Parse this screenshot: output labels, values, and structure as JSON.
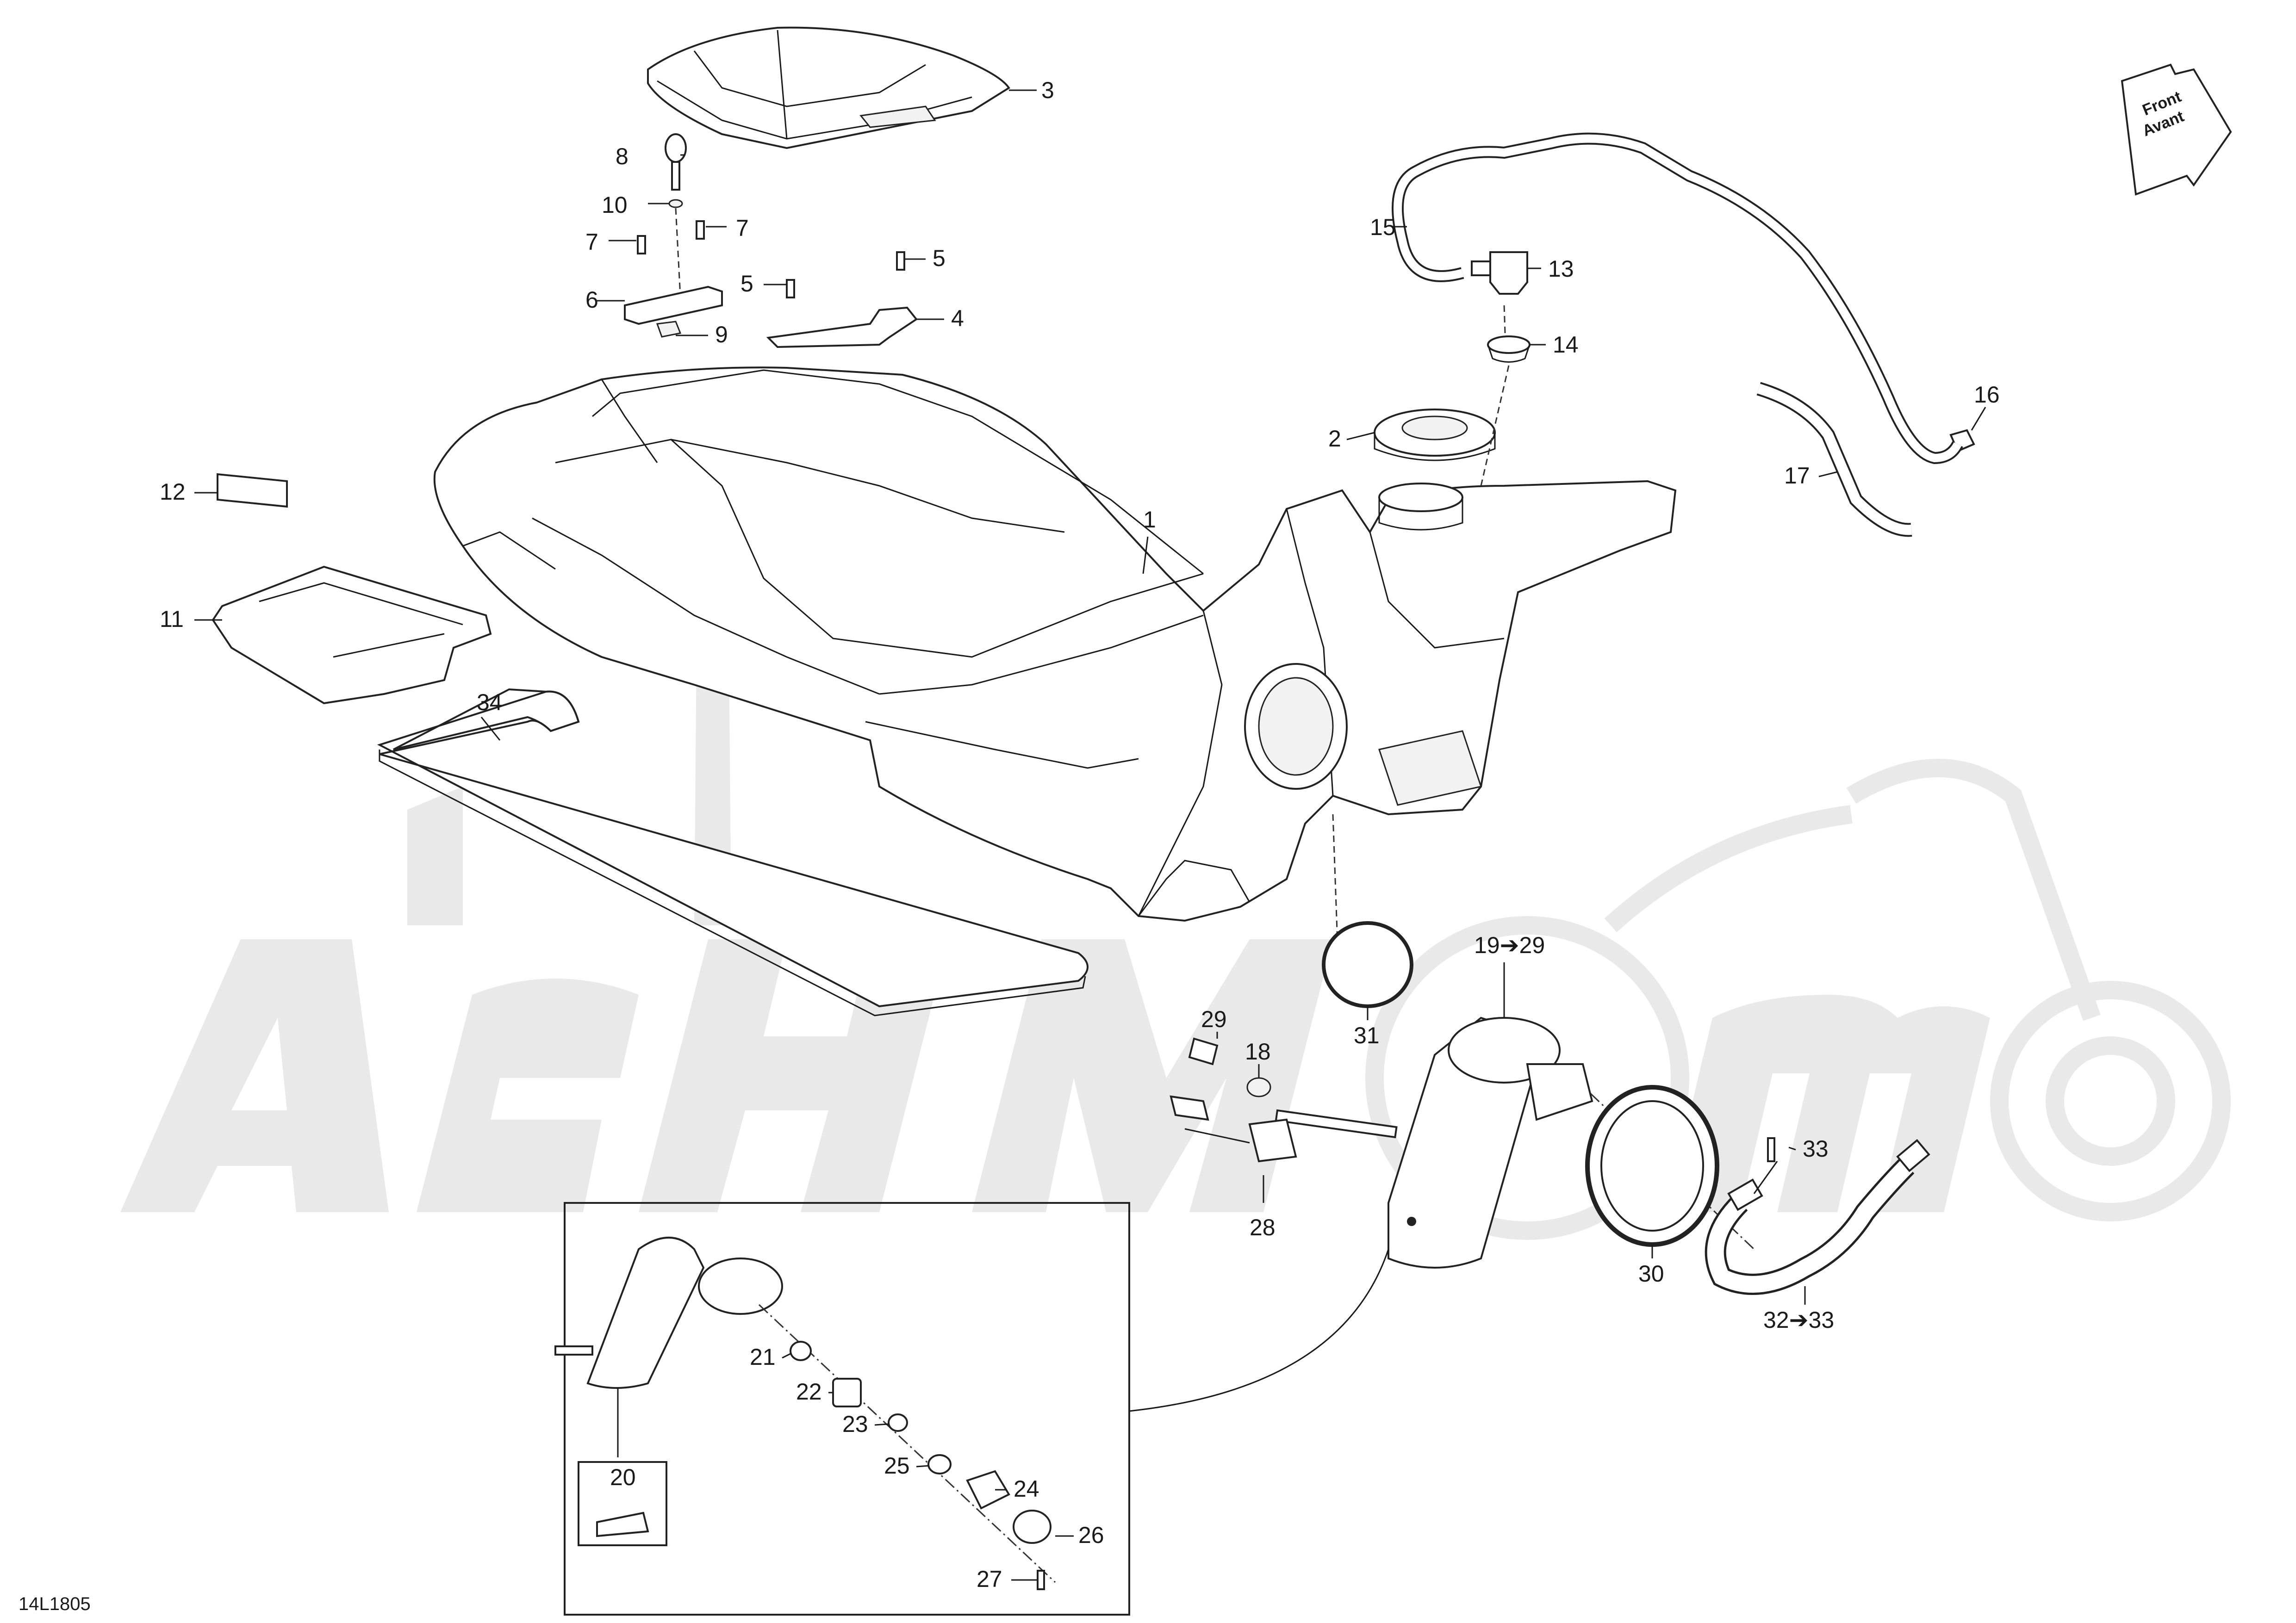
{
  "diagram": {
    "code": "14L1805",
    "front_arrow": {
      "line1": "Front",
      "line2": "Avant"
    },
    "callouts": {
      "c1": "1",
      "c2": "2",
      "c3": "3",
      "c4": "4",
      "c5a": "5",
      "c5b": "5",
      "c6": "6",
      "c7a": "7",
      "c7b": "7",
      "c8": "8",
      "c9": "9",
      "c10": "10",
      "c11": "11",
      "c12": "12",
      "c13": "13",
      "c14": "14",
      "c15": "15",
      "c16": "16",
      "c17": "17",
      "c18": "18",
      "c19": "19➔29",
      "c20": "20",
      "c21": "21",
      "c22": "22",
      "c23": "23",
      "c24": "24",
      "c25": "25",
      "c26": "26",
      "c27": "27",
      "c28": "28",
      "c29": "29",
      "c30": "30",
      "c31": "31",
      "c32": "32➔33",
      "c33": "33",
      "c34": "34"
    }
  }
}
